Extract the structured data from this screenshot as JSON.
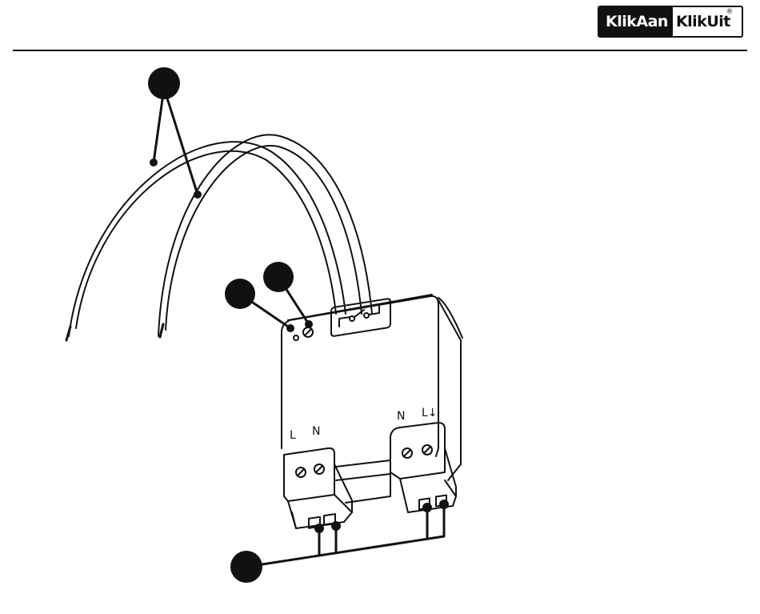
{
  "brand": {
    "logo_left": "KlikAan",
    "logo_right": "KlikUit",
    "registered_mark": "®"
  },
  "diagram": {
    "terminal_labels": {
      "input_l": "L",
      "input_n": "N",
      "output_n": "N",
      "output_l": "L↓"
    },
    "callouts": [
      {
        "id": "callout-antenna-wires",
        "label": ""
      },
      {
        "id": "callout-led",
        "label": ""
      },
      {
        "id": "callout-button",
        "label": ""
      },
      {
        "id": "callout-terminals",
        "label": ""
      }
    ]
  },
  "colors": {
    "ink": "#111111",
    "background": "#ffffff"
  }
}
